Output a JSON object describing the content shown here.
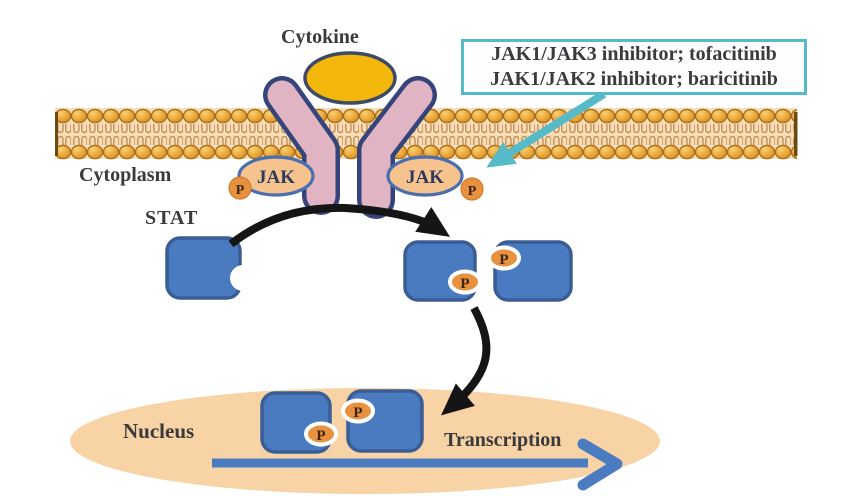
{
  "labels": {
    "cytokine": "Cytokine",
    "cytoplasm": "Cytoplasm",
    "stat": "STAT",
    "jak": "JAK",
    "phosphate": "P",
    "nucleus": "Nucleus",
    "transcription": "Transcription"
  },
  "inhibitor_box": {
    "line1": "JAK1/JAK3 inhibitor; tofacitinib",
    "line2": "JAK1/JAK2 inhibitor; baricitinib"
  },
  "colors": {
    "membrane_background": "#f9ddb9",
    "membrane_head": "#eda93d",
    "membrane_tail": "#bf8a4e",
    "receptor_fill": "#e0b4c2",
    "receptor_outline": "#35457c",
    "cytokine_fill": "#f4b70c",
    "cytokine_outline": "#3d4a66",
    "jak_fill": "#f6c28e",
    "jak_outline": "#4a6fae",
    "phosphate_fill": "#e8913f",
    "stat_fill": "#4a7abf",
    "stat_outline": "#3b5d96",
    "nucleus_fill": "#f7d3a6",
    "inhibitor_accent": "#56bac9",
    "transcription_arrow": "#4b7cc1",
    "pathway_arrow": "#151515"
  }
}
